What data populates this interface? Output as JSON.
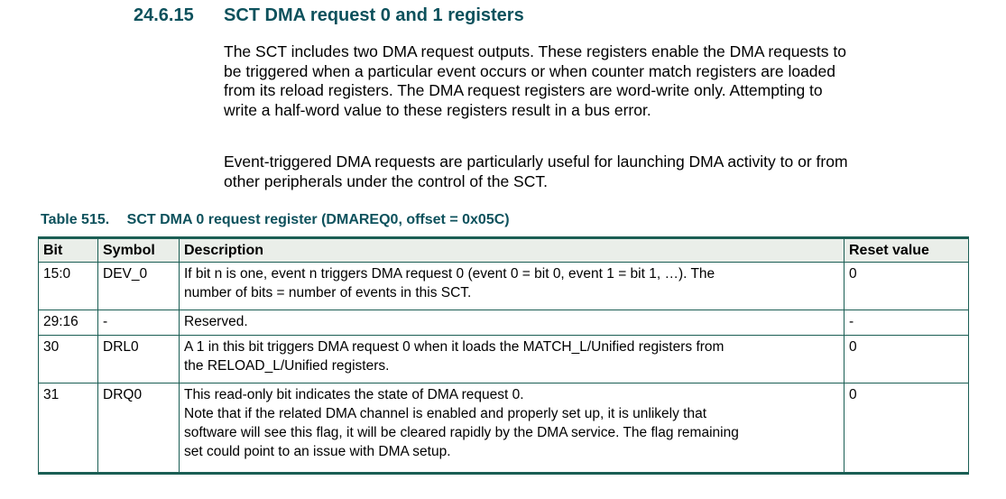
{
  "colors": {
    "accent": "#0d515c",
    "border": "#1b5e54",
    "header_bg": "#eaeee9",
    "text": "#000000",
    "page_bg": "#ffffff"
  },
  "section": {
    "number": "24.6.15",
    "title": "SCT DMA request 0 and 1 registers"
  },
  "paragraphs": [
    "The SCT includes two DMA request outputs. These registers enable the DMA requests to\nbe triggered when a particular event occurs or when counter match registers are loaded\nfrom its reload registers. The DMA request registers are word-write only. Attempting to\nwrite a half-word value to these registers result in a bus error.",
    "Event-triggered DMA requests are particularly useful for launching DMA activity to or from\nother peripherals under the control of the SCT."
  ],
  "table": {
    "caption_label": "Table 515.",
    "caption_title": "SCT DMA 0 request register (DMAREQ0, offset = 0x05C)",
    "headers": [
      "Bit",
      "Symbol",
      "Description",
      "Reset value"
    ],
    "rows": [
      {
        "bit": "15:0",
        "symbol": "DEV_0",
        "description": "If bit n is one, event n triggers DMA request 0 (event 0 = bit 0, event 1 = bit 1, …). The\nnumber of bits = number of events in this SCT.",
        "reset": "0"
      },
      {
        "bit": "29:16",
        "symbol": "-",
        "description": "Reserved.",
        "reset": "-"
      },
      {
        "bit": "30",
        "symbol": "DRL0",
        "description": "A 1 in this bit triggers DMA request 0 when it loads the MATCH_L/Unified registers from\nthe RELOAD_L/Unified registers.",
        "reset": "0"
      },
      {
        "bit": "31",
        "symbol": "DRQ0",
        "description": "This read-only bit indicates the state of DMA request 0.\nNote that if the related DMA channel is enabled and properly set up, it is unlikely that\nsoftware will see this flag, it will be cleared rapidly by the DMA service. The flag remaining\nset could point to an issue with DMA setup.",
        "reset": "0"
      }
    ]
  }
}
